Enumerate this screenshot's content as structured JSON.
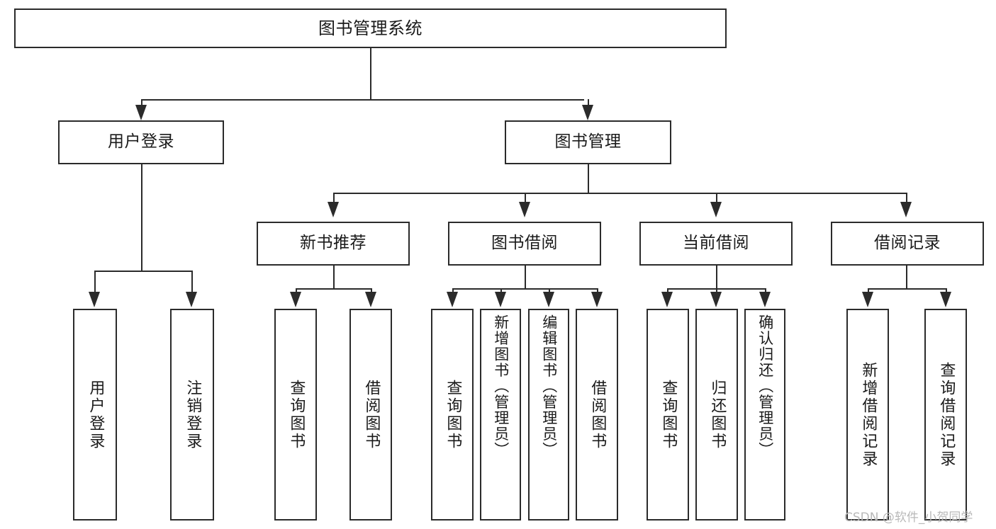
{
  "diagram": {
    "title": "图书管理系统",
    "type": "tree-hierarchy",
    "watermark": "CSDN @软件_小贺同学",
    "colors": {
      "stroke": "#2b2b2b",
      "fill": "#ffffff",
      "text": "#1a1a1a",
      "watermark": "#b9b9b9"
    },
    "levels": {
      "root": {
        "label": "图书管理系统"
      },
      "level2": [
        {
          "id": "user-login",
          "label": "用户登录"
        },
        {
          "id": "book-management",
          "label": "图书管理"
        }
      ],
      "level3": [
        {
          "id": "new-book-recommend",
          "label": "新书推荐"
        },
        {
          "id": "book-borrow",
          "label": "图书借阅"
        },
        {
          "id": "current-borrow",
          "label": "当前借阅"
        },
        {
          "id": "borrow-record",
          "label": "借阅记录"
        }
      ],
      "leaves": {
        "user_login": [
          {
            "id": "leaf-user-login",
            "label": "用户登录"
          },
          {
            "id": "leaf-logout-login",
            "label": "注销登录"
          }
        ],
        "new_book_recommend": [
          {
            "id": "leaf-query-book-1",
            "label": "查询图书"
          },
          {
            "id": "leaf-borrow-book-1",
            "label": "借阅图书"
          }
        ],
        "book_borrow": [
          {
            "id": "leaf-query-book-2",
            "label": "查询图书"
          },
          {
            "id": "leaf-add-book",
            "label": "新增图书（管理员）"
          },
          {
            "id": "leaf-edit-book",
            "label": "编辑图书（管理员）"
          },
          {
            "id": "leaf-borrow-book-2",
            "label": "借阅图书"
          }
        ],
        "current_borrow": [
          {
            "id": "leaf-query-book-3",
            "label": "查询图书"
          },
          {
            "id": "leaf-return-book",
            "label": "归还图书"
          },
          {
            "id": "leaf-confirm-return",
            "label": "确认归还（管理员）"
          }
        ],
        "borrow_record": [
          {
            "id": "leaf-add-record",
            "label": "新增借阅记录"
          },
          {
            "id": "leaf-query-record",
            "label": "查询借阅记录"
          }
        ]
      }
    }
  }
}
